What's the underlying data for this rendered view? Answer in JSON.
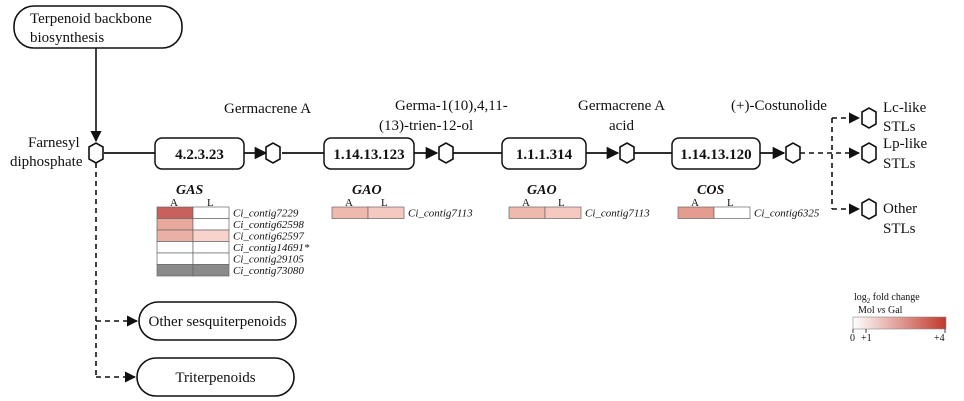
{
  "boxes": {
    "terpenoid": [
      "Terpenoid backbone",
      "biosynthesis"
    ],
    "other_sesq": "Other sesquiterpenoids",
    "triterpenoids": "Triterpenoids"
  },
  "compounds": {
    "farnesyl": [
      "Farnesyl",
      "diphosphate"
    ],
    "germacrene_a": "Germacrene A",
    "germatrienol": [
      "Germa-1(10),4,11-",
      "(13)-trien-12-ol"
    ],
    "germacrene_acid": [
      "Germacrene A",
      "acid"
    ],
    "costunolide": "(+)-Costunolide",
    "lc_like": [
      "Lc-like",
      "STLs"
    ],
    "lp_like": [
      "Lp-like",
      "STLs"
    ],
    "other_stls": [
      "Other",
      "STLs"
    ]
  },
  "enzymes": {
    "e1": "4.2.3.23",
    "e2": "1.14.13.123",
    "e3": "1.1.1.314",
    "e4": "1.14.13.120"
  },
  "genes": {
    "gas": "GAS",
    "gao1": "GAO",
    "gao2": "GAO",
    "cos": "COS"
  },
  "column_labels": {
    "a": "A",
    "l": "L"
  },
  "heatmaps": {
    "gas": [
      {
        "contig": "Ci_contig7229",
        "a": "#c8605c",
        "l": "#ffffff"
      },
      {
        "contig": "Ci_contig62598",
        "a": "#e9a89c",
        "l": "#ffffff"
      },
      {
        "contig": "Ci_contig62597",
        "a": "#eab0a5",
        "l": "#f7d3cc"
      },
      {
        "contig": "Ci_contig14691*",
        "a": "#ffffff",
        "l": "#ffffff"
      },
      {
        "contig": "Ci_contig29105",
        "a": "#ffffff",
        "l": "#ffffff"
      },
      {
        "contig": "Ci_contig73080",
        "a": "#8a8a8a",
        "l": "#8a8a8a"
      }
    ],
    "gao1": [
      {
        "contig": "Ci_contig7113",
        "a": "#f0b9ae",
        "l": "#f5c9c0"
      }
    ],
    "gao2": [
      {
        "contig": "Ci_contig7113",
        "a": "#f0b9ae",
        "l": "#f5c9c0"
      }
    ],
    "cos": [
      {
        "contig": "Ci_contig6325",
        "a": "#e59c90",
        "l": "#ffffff"
      }
    ]
  },
  "legend": {
    "title_main": "log",
    "title_sub": "2",
    "title_rest": " fold change",
    "subtitle_a": "Mol ",
    "subtitle_vs": "vs",
    "subtitle_b": " Gal",
    "tick_0": "0",
    "tick_1": "+1",
    "tick_4": "+4",
    "color_low": "#ffffff",
    "color_high": "#c0392b"
  }
}
